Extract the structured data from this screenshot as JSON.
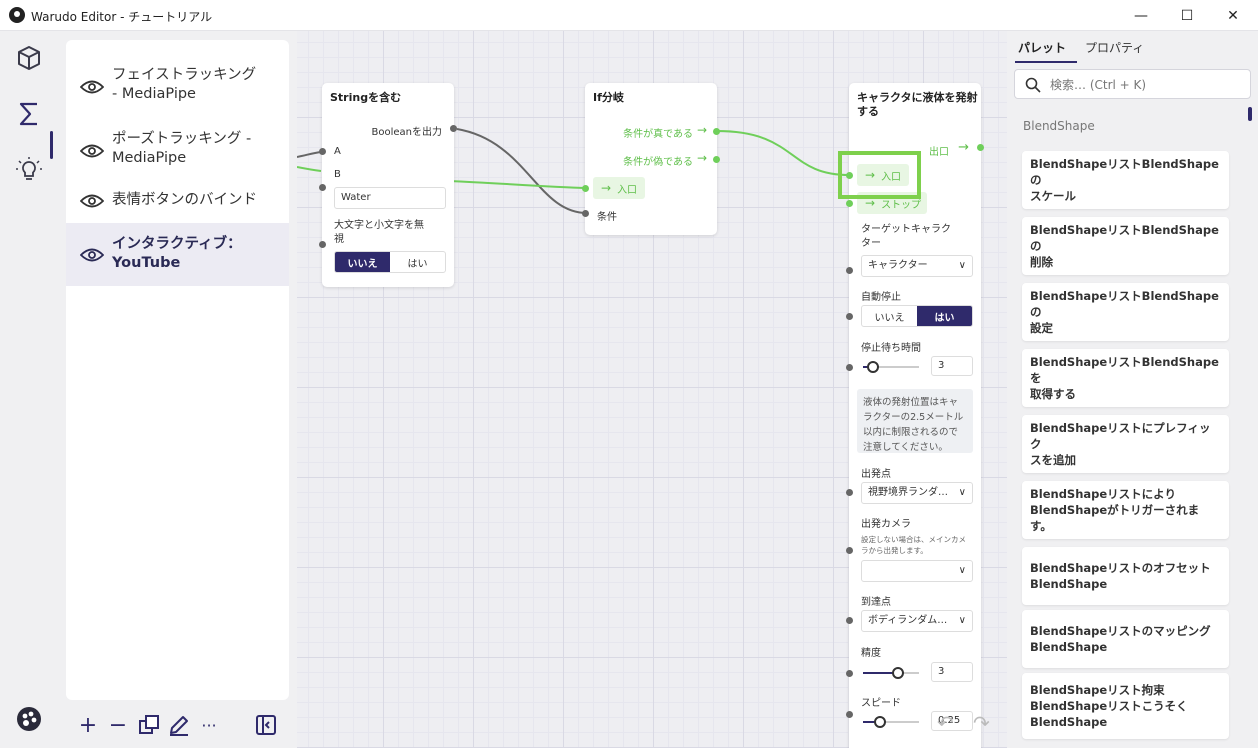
{
  "window": {
    "title": "Warudo Editor - チュートリアル",
    "minimize": "—",
    "maximize": "☐",
    "close": "✕"
  },
  "blueprints": [
    {
      "label_line1": "フェイストラッキング",
      "label_line2": "- MediaPipe",
      "active": false
    },
    {
      "label_line1": "ポーズトラッキング -",
      "label_line2": "MediaPipe",
      "active": false
    },
    {
      "label_line1": "表情ボタンのバインド",
      "label_line2": "",
      "active": false
    },
    {
      "label_line1": "インタラクティブ：",
      "label_line2": "YouTube",
      "active": true
    }
  ],
  "toolbar": {
    "add": "+",
    "remove": "−",
    "more": "···"
  },
  "nodes": {
    "string_contains": {
      "title": "Stringを含む",
      "output": "Booleanを出力",
      "input_a": "A",
      "input_b": "B",
      "b_value": "Water",
      "ignore_case_label_line1": "大文字と小文字を無",
      "ignore_case_label_line2": "視",
      "toggle_no": "いいえ",
      "toggle_yes": "はい"
    },
    "if_branch": {
      "title": "If分岐",
      "true_label": "条件が真である",
      "false_label": "条件が偽である",
      "enter": "入口",
      "condition": "条件"
    },
    "fluid": {
      "title_line1": "キャラクタに液体を発射",
      "title_line2": "する",
      "exit": "出口",
      "enter": "入口",
      "stop": "ストップ",
      "target_label_line1": "ターゲットキャラク",
      "target_label_line2": "ター",
      "target_value": "キャラクター",
      "auto_stop_label": "自動停止",
      "toggle_no": "いいえ",
      "toggle_yes": "はい",
      "wait_label": "停止待ち時間",
      "wait_value": "3",
      "wait_level": 0.1,
      "note_lines": [
        "液体の発射位置はキャ",
        "ラクターの2.5メートル",
        "以内に制限されるので",
        "注意してください。"
      ],
      "origin_label": "出発点",
      "origin_value": "視野境界ランダ…",
      "camera_label": "出発カメラ",
      "camera_hint_line1": "設定しない場合は、メインカメ",
      "camera_hint_line2": "ラから出発します。",
      "camera_value": "",
      "dest_label": "到達点",
      "dest_value": "ボディランダム…",
      "accuracy_label": "精度",
      "accuracy_value": "3",
      "accuracy_level": 0.65,
      "speed_label": "スピード",
      "speed_value": "0.25",
      "speed_level": 0.25
    }
  },
  "panel": {
    "tab_palette": "パレット",
    "tab_properties": "プロパティ",
    "search_placeholder": "検索… (Ctrl + K)",
    "section": "BlendShape",
    "cards": [
      {
        "line1": "BlendShapeリストBlendShapeの",
        "line2": "スケール"
      },
      {
        "line1": "BlendShapeリストBlendShapeの",
        "line2": "削除"
      },
      {
        "line1": "BlendShapeリストBlendShapeの",
        "line2": "設定"
      },
      {
        "line1": "BlendShapeリストBlendShapeを",
        "line2": "取得する"
      },
      {
        "line1": "BlendShapeリストにプレフィック",
        "line2": "スを追加"
      },
      {
        "line1": "BlendShapeリストにより",
        "line2": "BlendShapeがトリガーされます。"
      },
      {
        "line1": "BlendShapeリストのオフセット",
        "line2": "BlendShape"
      },
      {
        "line1": "BlendShapeリストのマッピング",
        "line2": "BlendShape"
      },
      {
        "line1": "BlendShapeリスト拘束",
        "line2": "BlendShapeリストこうそく",
        "line3": "BlendShape"
      }
    ]
  },
  "colors": {
    "accent": "#2f2a6b",
    "flow": "#6fcf5a",
    "highlight": "#7ed04c"
  }
}
